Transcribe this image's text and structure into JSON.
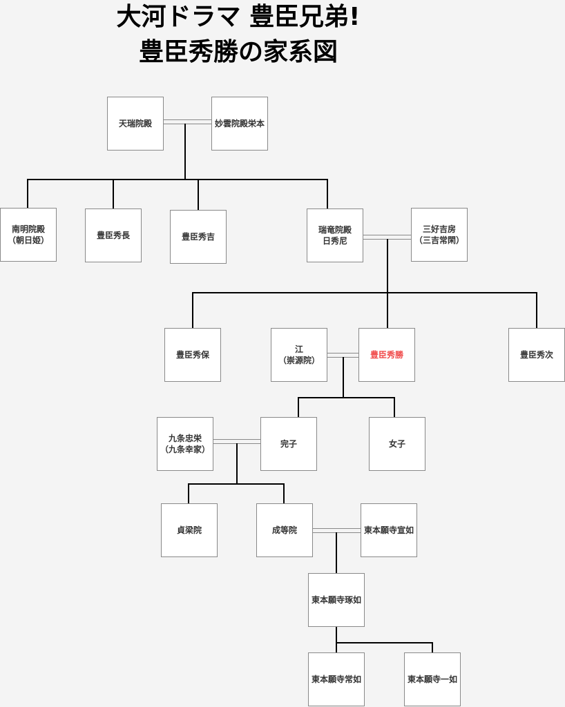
{
  "title": {
    "line1": "大河ドラマ 豊臣兄弟!",
    "line2": "豊臣秀勝の家系図"
  },
  "colors": {
    "highlight": "#f04848",
    "line": "#000000",
    "box_border": "#888888"
  },
  "people": [
    {
      "id": "tenzuiin",
      "name": "天瑞院殿"
    },
    {
      "id": "myouunin",
      "name": "妙雲院殿栄本"
    },
    {
      "id": "nanmeiin",
      "name": "南明院殿\n（朝日姫）"
    },
    {
      "id": "hidenaga",
      "name": "豊臣秀長"
    },
    {
      "id": "hideyoshi",
      "name": "豊臣秀吉"
    },
    {
      "id": "zuiryuin",
      "name": "瑞竜院殿\n日秀尼"
    },
    {
      "id": "miyoshi",
      "name": "三好吉房\n（三吉常閑）"
    },
    {
      "id": "hideyasu",
      "name": "豊臣秀保"
    },
    {
      "id": "gou",
      "name": "江\n（崇源院）"
    },
    {
      "id": "hidekatsu",
      "name": "豊臣秀勝",
      "highlight": true
    },
    {
      "id": "hidetsugu",
      "name": "豊臣秀次"
    },
    {
      "id": "kujo",
      "name": "九条忠栄\n（九条幸家）"
    },
    {
      "id": "sadako",
      "name": "完子"
    },
    {
      "id": "joshi",
      "name": "女子"
    },
    {
      "id": "teiryoin",
      "name": "貞梁院"
    },
    {
      "id": "joutouin",
      "name": "成等院"
    },
    {
      "id": "sennyo",
      "name": "東本願寺宣如"
    },
    {
      "id": "takunyo",
      "name": "東本願寺琢如"
    },
    {
      "id": "jonyo",
      "name": "東本願寺常如"
    },
    {
      "id": "ichinyo",
      "name": "東本願寺一如"
    }
  ]
}
